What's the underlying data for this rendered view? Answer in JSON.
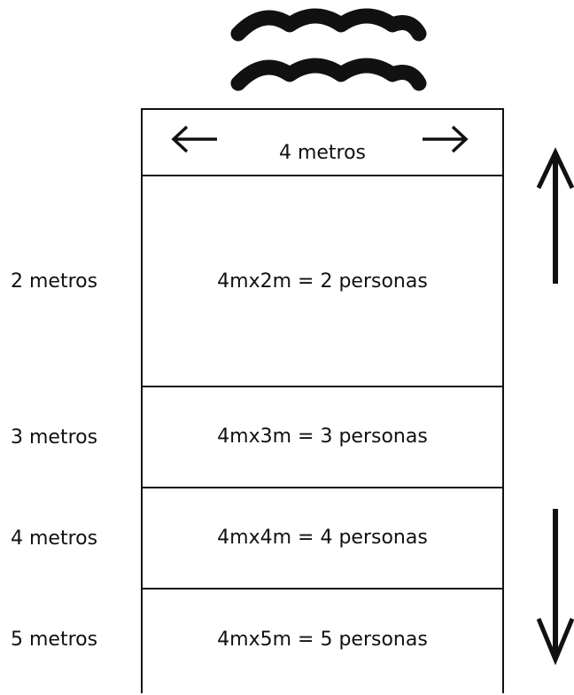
{
  "header": {
    "width_label": "4 metros"
  },
  "rows": [
    {
      "side_label": "2 metros",
      "text": "4mx2m = 2 personas"
    },
    {
      "side_label": "3 metros",
      "text": "4mx3m = 3 personas"
    },
    {
      "side_label": "4 metros",
      "text": "4mx4m = 4 personas"
    },
    {
      "side_label": "5 metros",
      "text": "4mx5m = 5 personas"
    }
  ],
  "icons": {
    "waves": "water-waves-icon",
    "left": "arrow-left-icon",
    "right": "arrow-right-icon",
    "up": "arrow-up-icon",
    "down": "arrow-down-icon"
  },
  "colors": {
    "ink": "#111111",
    "background": "#ffffff"
  }
}
